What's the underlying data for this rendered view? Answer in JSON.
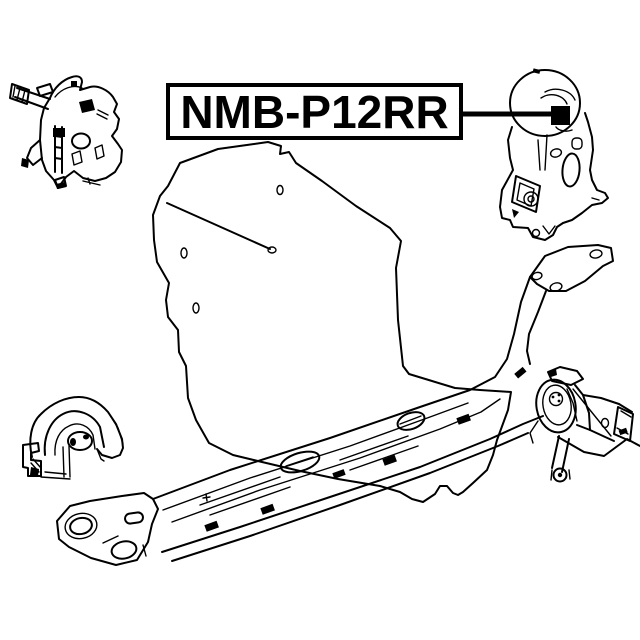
{
  "figure_type": "auto-parts-line-diagram",
  "colors": {
    "background": "#ffffff",
    "line": "#000000"
  },
  "label": {
    "part_number": "NMB-P12RR"
  },
  "callout": {
    "target": "engine-mount-upper-right",
    "marker": "filled-square",
    "leader": "horizontal-line"
  },
  "components": [
    {
      "id": "engine-block",
      "name": "engine block outline"
    },
    {
      "id": "engine-mount-upper-left",
      "name": "engine mount, upper left"
    },
    {
      "id": "engine-mount-upper-right",
      "name": "engine mount, upper right (callout target)",
      "highlighted": true
    },
    {
      "id": "engine-mount-lower-left",
      "name": "engine mount, lower left"
    },
    {
      "id": "engine-mount-lower-right",
      "name": "engine mount, lower right"
    },
    {
      "id": "front-crossmember",
      "name": "front suspension crossmember"
    }
  ]
}
